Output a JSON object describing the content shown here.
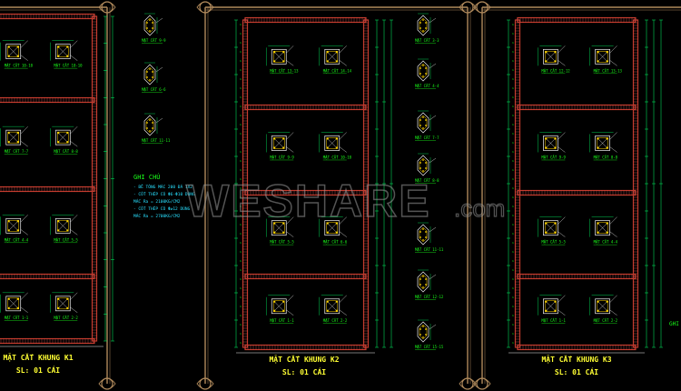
{
  "colors": {
    "background": "#000000",
    "frame_brick": "#c0392b",
    "frame_brick_light": "#ff6b6b",
    "dim_line": "#00ff66",
    "section_box": "#f1f1f1",
    "rebar": "#ffd400",
    "label": "#19ff19",
    "title_yellow": "#ffff33",
    "note_cyan": "#29e0ff",
    "ornament": "#b08a5c",
    "watermark": "#808080"
  },
  "watermark": {
    "text": "WESHARE",
    "suffix": ".com"
  },
  "frames": [
    {
      "id": "k1",
      "title": "MẶT CẮT KHUNG K1",
      "subtitle": "SL: 01 CÁI",
      "sections": [
        "MẶT CẮT 10-10",
        "MẶT CẮT 10-10",
        "MẶT CẮT 7-7",
        "MẶT CẮT 8-8",
        "MẶT CẮT 4-4",
        "MẶT CẮT 5-5",
        "MẶT CẮT 1-1",
        "MẶT CẮT 2-2"
      ]
    },
    {
      "id": "k2",
      "title": "MẶT CẮT KHUNG K2",
      "subtitle": "SL: 01 CÁI",
      "sections": [
        "MẶT CẮT 13-13",
        "MẶT CẮT 14-14",
        "MẶT CẮT 9-9",
        "MẶT CẮT 10-10",
        "MẶT CẮT 5-5",
        "MẶT CẮT 6-6",
        "MẶT CẮT 1-1",
        "MẶT CẮT 2-2"
      ]
    },
    {
      "id": "k3",
      "title": "MẶT CẮT KHUNG K3",
      "subtitle": "SL: 01 CÁI",
      "sections": [
        "MẶT CẮT 12-12",
        "MẶT CẮT 13-13",
        "MẶT CẮT 9-9",
        "MẶT CẮT 8-8",
        "MẶT CẮT 5-5",
        "MẶT CẮT 4-4",
        "MẶT CẮT 1-1",
        "MẶT CẮT 2-2"
      ]
    }
  ],
  "column_sections_left": [
    "MẶT CẮT 9-9",
    "MẶT CẮT 6-6",
    "MẶT CẮT 11-11"
  ],
  "column_sections_mid": [
    "MẶT CẮT 3-3",
    "MẶT CẮT 4-4",
    "MẶT CẮT 7-7",
    "MẶT CẮT 8-8",
    "MẶT CẮT 11-11",
    "MẶT CẮT 12-12",
    "MẶT CẮT 15-15"
  ],
  "notes": {
    "title": "GHI CHÚ",
    "lines": [
      "- BÊ TÔNG MÁC 200 ĐÁ 1X2",
      "- CỐT THÉP CÓ Φ6-Φ10 DÙNG",
      "  MÁC Ra = 2100KG/CM2",
      "- CỐT THÉP CÓ Φ≥12 DÙNG",
      "  MÁC Ra = 2700KG/CM2"
    ]
  },
  "notes_right_title": "GHI"
}
